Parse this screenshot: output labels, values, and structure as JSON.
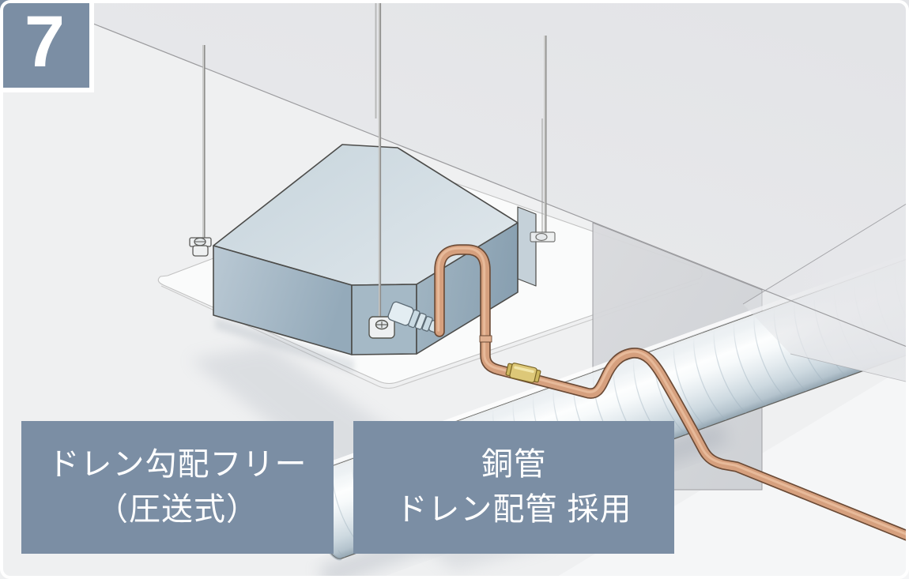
{
  "badge": {
    "number": "7"
  },
  "labels": [
    {
      "line1": "ドレン勾配フリー",
      "line2": "（圧送式）"
    },
    {
      "line1": "銅管",
      "line2": "ドレン配管 採用"
    }
  ],
  "colors": {
    "accent": "#7b8ea4",
    "label-text": "#ffffff",
    "copper": "#d6a07e",
    "copper-outline": "#6b4a35",
    "brass": "#ddc878",
    "background": "#eff0f1"
  }
}
